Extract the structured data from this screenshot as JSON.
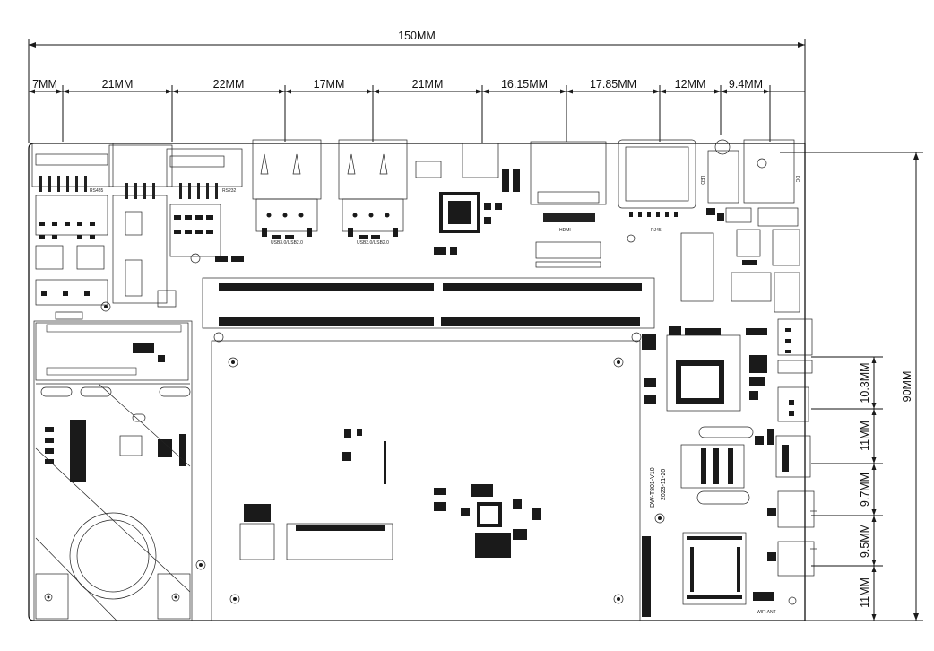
{
  "dimensions": {
    "total_width": "150MM",
    "total_height": "90MM",
    "top_segments": [
      "7MM",
      "21MM",
      "22MM",
      "17MM",
      "21MM",
      "16.15MM",
      "17.85MM",
      "12MM",
      "9.4MM"
    ],
    "right_segments": [
      "10.3MM",
      "11MM",
      "9.7MM",
      "9.5MM",
      "11MM"
    ]
  },
  "board": {
    "model": "DW-T801-V10",
    "date": "2023-11-20",
    "connector_labels": {
      "rs485": "RS485",
      "rs232": "RS232",
      "hdmi": "HDMI",
      "rj45": "RJ45",
      "usb_a": "USB3.0/USB2.0",
      "usb_b": "USB3.0/USB2.0",
      "led": "LED",
      "dc": "DC",
      "wifi_ant": "WIFI ANT"
    }
  }
}
